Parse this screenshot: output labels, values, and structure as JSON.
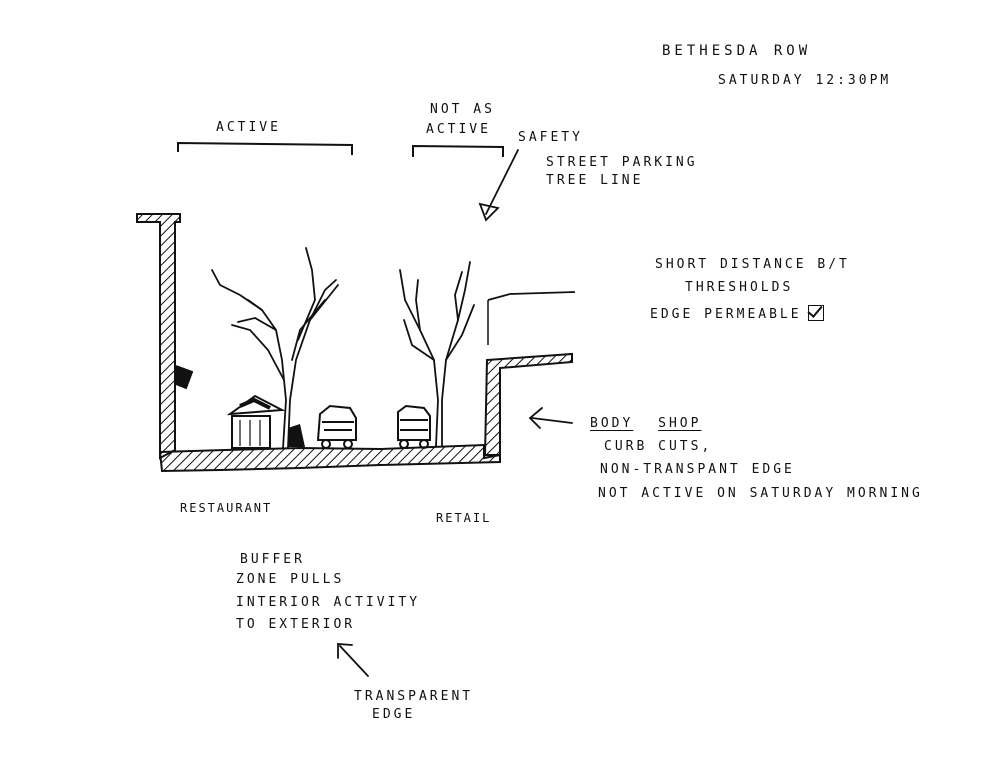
{
  "header": {
    "location": "Bethesda Row",
    "time": "Saturday 12:30PM"
  },
  "zones": {
    "active": "Active",
    "not_active_line1": "Not as",
    "not_active_line2": "active"
  },
  "safety": {
    "title": "Safety",
    "item1": "Street parking",
    "item2": "Tree line"
  },
  "thresholds": {
    "line1": "Short distance B/T",
    "line2": "Thresholds",
    "line3": "Edge permeable"
  },
  "body_shop": {
    "title_word1": "Body",
    "title_word2": "Shop",
    "line1": "Curb cuts,",
    "line2": "Non-transpant edge",
    "line3": "Not active on Saturday morning"
  },
  "section_labels": {
    "left": "Restaurant",
    "right": "Retail"
  },
  "buffer": {
    "line1": "Buffer",
    "line2": "zone pulls",
    "line3": "interior activity",
    "line4": "to exterior"
  },
  "transparent": {
    "line1": "Transparent",
    "line2": "edge"
  },
  "icons": {
    "checkbox": "checkbox-checked-icon",
    "arrows": "hand-drawn-arrow-icon"
  },
  "colors": {
    "ink": "#111111",
    "paper": "#ffffff"
  }
}
